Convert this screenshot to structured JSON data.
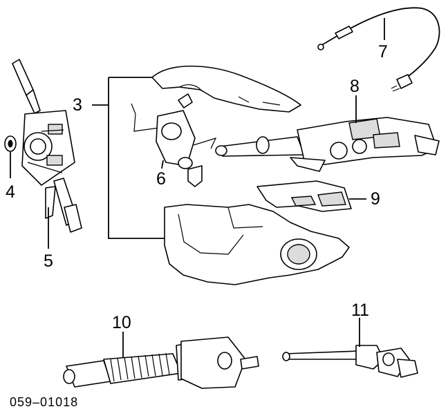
{
  "callouts": {
    "c3": "3",
    "c4": "4",
    "c5": "5",
    "c6": "6",
    "c7": "7",
    "c8": "8",
    "c9": "9",
    "c10": "10",
    "c11": "11"
  },
  "diagram_code": "059–01018"
}
